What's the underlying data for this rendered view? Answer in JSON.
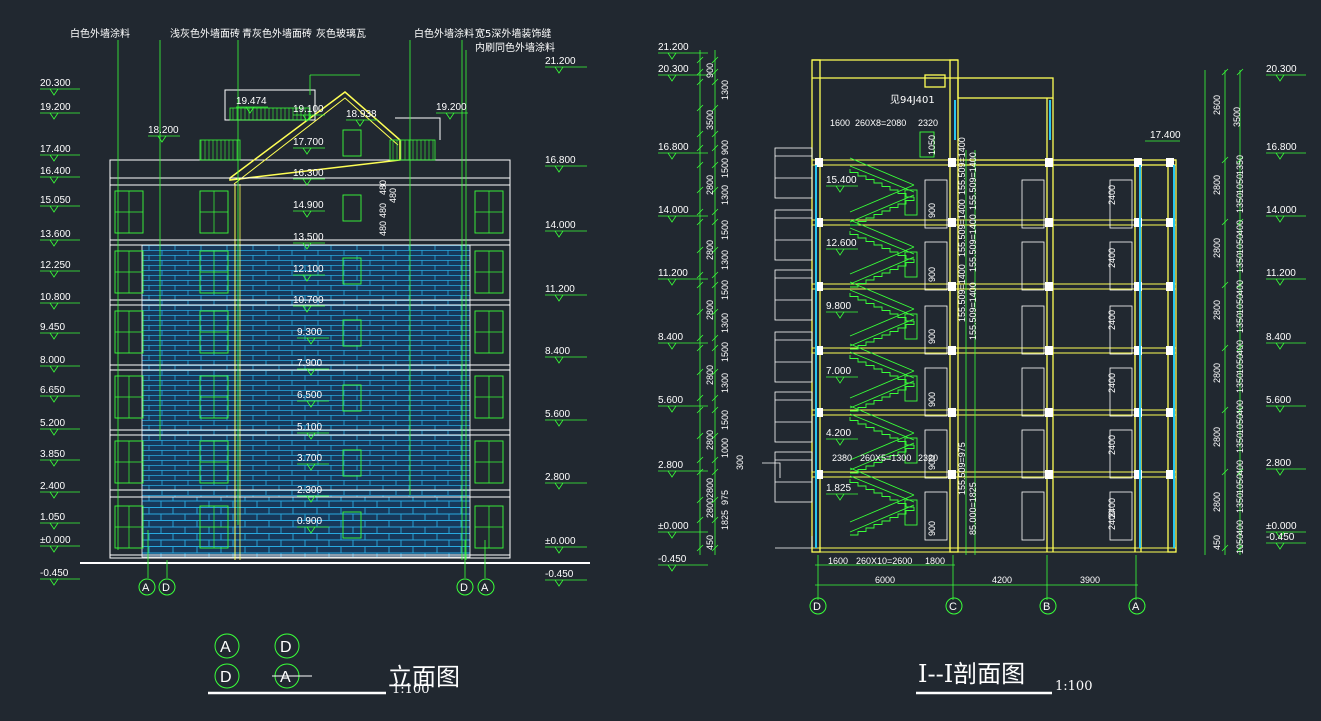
{
  "elevation": {
    "callouts": [
      "白色外墙涂料",
      "浅灰色外墙面砖",
      "青灰色外墙面砖",
      "灰色玻璃瓦",
      "白色外墙涂料",
      "宽5深外墙装饰缝",
      "内刷同色外墙涂料"
    ],
    "left_levels": [
      "20.300",
      "19.200",
      "17.400",
      "16.400",
      "15.050",
      "13.600",
      "12.250",
      "10.800",
      "9.450",
      "8.000",
      "6.650",
      "5.200",
      "3.850",
      "2.400",
      "1.050",
      "±0.000",
      "-0.450"
    ],
    "right_levels": [
      "21.200",
      "16.800",
      "14.000",
      "11.200",
      "8.400",
      "5.600",
      "2.800",
      "±0.000",
      "-0.450"
    ],
    "inner_levels": [
      "19.474",
      "19.100",
      "18.938",
      "19.200",
      "18.200",
      "17.700",
      "16.300",
      "14.900",
      "13.500",
      "12.100",
      "10.700",
      "9.300",
      "7.900",
      "6.500",
      "5.100",
      "3.700",
      "2.300",
      "0.900"
    ],
    "vert_dims": [
      "480",
      "480",
      "480",
      "480"
    ],
    "axes": [
      "A",
      "D",
      "D",
      "A"
    ],
    "legend": [
      "A",
      "D",
      "D",
      "A"
    ],
    "title": "立面图",
    "scale": "1:100"
  },
  "section": {
    "left_levels": [
      "21.200",
      "20.300",
      "16.800",
      "14.000",
      "11.200",
      "8.400",
      "5.600",
      "2.800",
      "±0.000",
      "-0.450"
    ],
    "right_levels": [
      "20.300",
      "16.800",
      "14.000",
      "11.200",
      "8.400",
      "5.600",
      "2.800",
      "±0.000",
      "-0.450"
    ],
    "landings": [
      "15.400",
      "12.600",
      "9.800",
      "7.000",
      "4.200",
      "1.825"
    ],
    "roof_level": "17.400",
    "left_dims": [
      "900",
      "3500",
      "1300",
      "900",
      "2800",
      "1500",
      "1300",
      "2800",
      "1500",
      "1300",
      "2800",
      "1500",
      "1300",
      "2800",
      "1500",
      "1300",
      "2800",
      "1500",
      "1000",
      "300",
      "2800",
      "975",
      "1825",
      "2800",
      "450"
    ],
    "right_dims": [
      "2600",
      "3500",
      "2800",
      "2800",
      "2800",
      "2800",
      "2800",
      "2800",
      "450"
    ],
    "right_dims2": [
      "1350",
      "1050",
      "1350",
      "400",
      "1050",
      "1350",
      "400",
      "1050",
      "1350",
      "400",
      "1050",
      "1350",
      "400",
      "1050",
      "1350",
      "400",
      "1050",
      "1350",
      "400",
      "1050"
    ],
    "stair_dims_top": [
      "1600",
      "260X8=2080",
      "2320"
    ],
    "stair_dims_bottom": [
      "2380",
      "260X5=1300",
      "2320"
    ],
    "stair_note": "见94J401",
    "rail_dims": [
      "1050",
      "900",
      "900",
      "900",
      "900",
      "900",
      "900"
    ],
    "window_notes": [
      "155.509=1400",
      "155.509=1400",
      "155.509=1400",
      "155.509=1400",
      "155.509=1400",
      "155.509=1400",
      "155.509=975",
      "85.000=1825"
    ],
    "room_heights": [
      "2400",
      "2400",
      "2400",
      "2400",
      "2400",
      "2400",
      "2400"
    ],
    "bottom_dims": [
      "1600",
      "260X10=2600",
      "1800"
    ],
    "axis_dims": [
      "6000",
      "4200",
      "3900"
    ],
    "axes": [
      "D",
      "C",
      "B",
      "A"
    ],
    "title": "I--I剖面图",
    "scale": "1:100"
  }
}
